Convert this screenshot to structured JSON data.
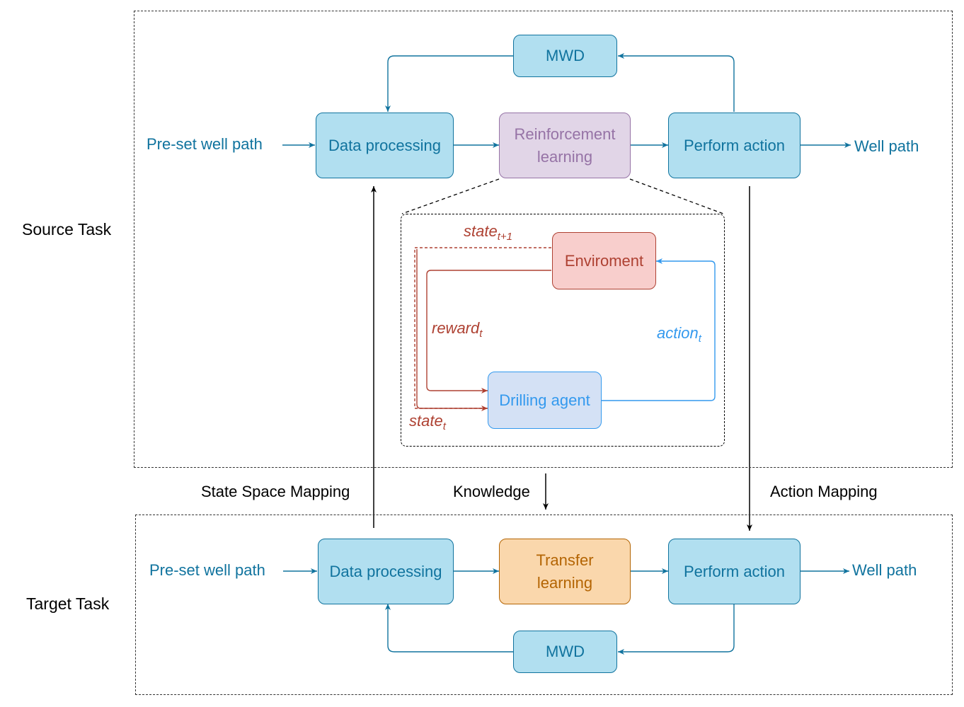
{
  "colors": {
    "teal": "#10739e",
    "node_blue_fill": "#b1dff0",
    "purple": "#9673a6",
    "purple_fill": "#e1d5e7",
    "orange": "#b46504",
    "orange_fill": "#fad7ac",
    "maroon": "#ae4132",
    "red_fill": "#f8cecc",
    "sky": "#3399ee",
    "sky_fill": "#d4e1f5"
  },
  "labels": {
    "source_task": "Source Task",
    "target_task": "Target Task",
    "state_space_mapping": "State Space Mapping",
    "knowledge": "Knowledge",
    "action_mapping": "Action Mapping"
  },
  "source": {
    "mwd": "MWD",
    "preset_well_path": "Pre-set well path",
    "data_processing": "Data processing",
    "reinforcement_learning": "Reinforcement learning",
    "perform_action": "Perform action",
    "well_path": "Well path"
  },
  "rl_loop": {
    "environment": "Enviroment",
    "drilling_agent": "Drilling agent",
    "state_next": "state",
    "state_next_sub": "t+1",
    "reward": "reward",
    "reward_sub": "t",
    "state": "state",
    "state_sub": "t",
    "action": "action",
    "action_sub": "t"
  },
  "target": {
    "preset_well_path": "Pre-set well path",
    "data_processing": "Data processing",
    "transfer_learning": "Transfer learning",
    "perform_action": "Perform action",
    "well_path": "Well path",
    "mwd": "MWD"
  }
}
